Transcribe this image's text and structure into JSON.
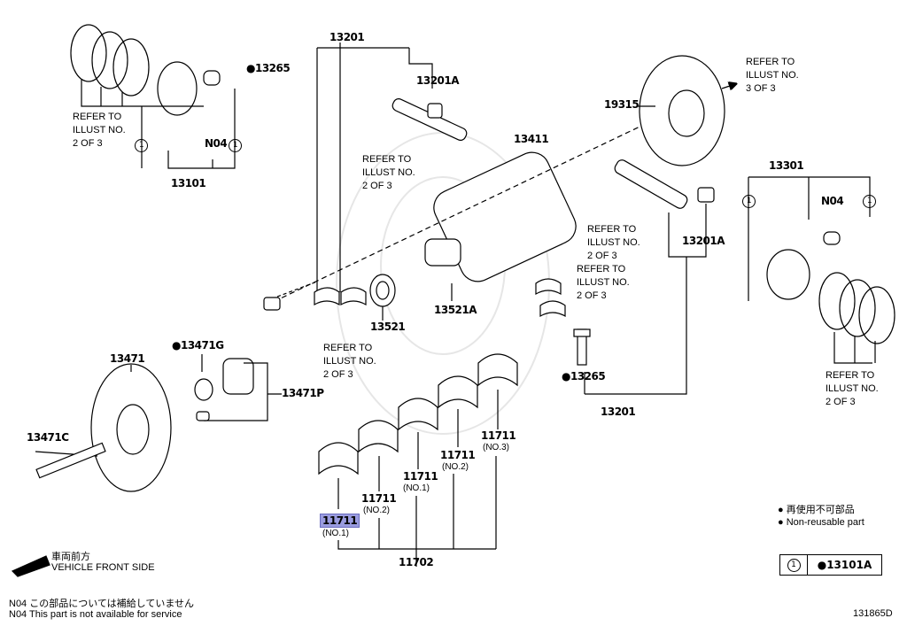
{
  "labels": {
    "p13201_top": "13201",
    "p13265_top": "●13265",
    "p13201A_top": "13201A",
    "p13101": "13101",
    "n04_left": "N04",
    "p13411": "13411",
    "p19315": "19315",
    "p13301": "13301",
    "n04_right": "N04",
    "p13201A_right": "13201A",
    "p13521A": "13521A",
    "p13521": "13521",
    "p13471": "13471",
    "p13471G": "●13471G",
    "p13471P": "13471P",
    "p13265_bottom": "●13265",
    "p13201_bottom": "13201",
    "p13471C": "13471C",
    "p11711_no3": "11711",
    "p11711_no3_sub": "(NO.3)",
    "p11711_no2a": "11711",
    "p11711_no2a_sub": "(NO.2)",
    "p11711_no1a": "11711",
    "p11711_no1a_sub": "(NO.1)",
    "p11711_no2b": "11711",
    "p11711_no2b_sub": "(NO.2)",
    "p11711_no1b": "11711",
    "p11711_no1b_sub": "(NO.1)",
    "p11702": "11702",
    "circle_one": "1"
  },
  "refers": {
    "left_piston": "REFER TO\nILLUST NO.\n2 OF 3",
    "center_top": "REFER TO\nILLUST NO.\n2 OF 3",
    "flywheel": "REFER TO\nILLUST NO.\n3 OF 3",
    "right_mid1": "REFER TO\nILLUST NO.\n2 OF 3",
    "right_mid2": "REFER TO\nILLUST NO.\n2 OF 3",
    "center_bottom": "REFER TO\nILLUST NO.\n2 OF 3",
    "right_piston": "REFER TO\nILLUST NO.\n2 OF 3"
  },
  "front": {
    "jp": "車両前方",
    "en": "VEHICLE FRONT SIDE"
  },
  "notes": {
    "jp": "N04  この部品については補給していません",
    "en": "N04  This part is not available for service"
  },
  "legend": {
    "jp": "● 再使用不可部品",
    "en": "● Non-reusable part"
  },
  "kit_box": {
    "symbol": "1",
    "part": "●13101A"
  },
  "illustration_id": "131865D",
  "highlight_color": "#9a9ce0"
}
